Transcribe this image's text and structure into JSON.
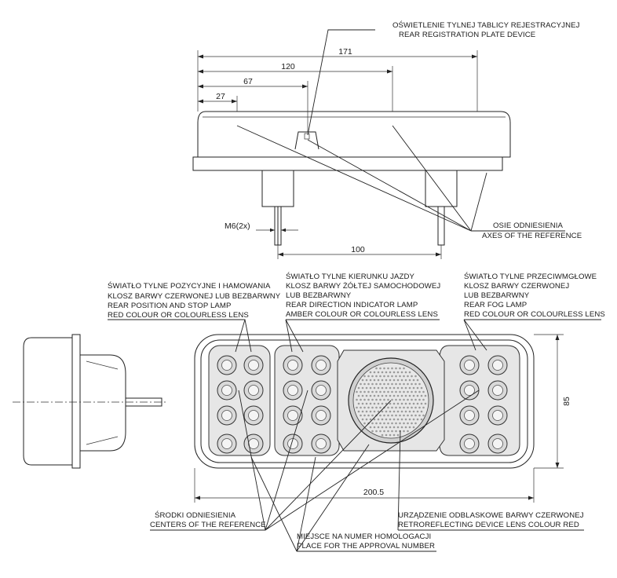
{
  "dimensions": {
    "top_overall": "171",
    "top_d120": "120",
    "top_d67": "67",
    "top_d27": "27",
    "bolt_spacing": "100",
    "thread": "M6(2x)",
    "front_width": "200.5",
    "front_height": "85"
  },
  "labels": {
    "plate_light": {
      "pl": "OŚWIETLENIE TYLNEJ TABLICY REJESTRACYJNEJ",
      "en": "REAR REGISTRATION PLATE DEVICE"
    },
    "reference_axes": {
      "pl": "OSIE ODNIESIENIA",
      "en": "AXES OF THE REFERENCE"
    },
    "position_stop": {
      "pl1": "ŚWIATŁO TYLNE POZYCYJNE I HAMOWANIA",
      "pl2": "KLOSZ BARWY CZERWONEJ LUB BEZBARWNY",
      "en1": "REAR POSITION AND STOP LAMP",
      "en2": "RED COLOUR  OR COLOURLESS LENS"
    },
    "direction_indicator": {
      "pl1": "ŚWIATŁO TYLNE KIERUNKU JAZDY",
      "pl2": "KLOSZ BARWY ŻÓŁTEJ SAMOCHODOWEJ",
      "pl3": "LUB BEZBARWNY",
      "en1": "REAR DIRECTION INDICATOR LAMP",
      "en2": "AMBER COLOUR  OR COLOURLESS LENS"
    },
    "fog": {
      "pl1": "ŚWIATŁO TYLNE PRZECIWMGŁOWE",
      "pl2": "KLOSZ BARWY CZERWONEJ",
      "pl3": "LUB BEZBARWNY",
      "en1": "REAR FOG LAMP",
      "en2": "RED COLOUR  OR COLOURLESS LENS"
    },
    "reference_centers": {
      "pl": "ŚRODKI ODNIESIENIA",
      "en": "CENTERS OF THE REFERENCE"
    },
    "approval_place": {
      "pl": "MIEJSCE NA NUMER HOMOLOGACJI",
      "en": "PLACE FOR THE APPROVAL NUMBER"
    },
    "retroreflector": {
      "pl": "URZĄDZENIE ODBLASKOWE BARWY CZERWONEJ",
      "en": "RETROREFLECTING DEVICE LENS COLOUR RED"
    }
  },
  "colors": {
    "line": "#222222",
    "lens_fill": "#e6e6e6",
    "watermark": "#c9d7ee"
  }
}
